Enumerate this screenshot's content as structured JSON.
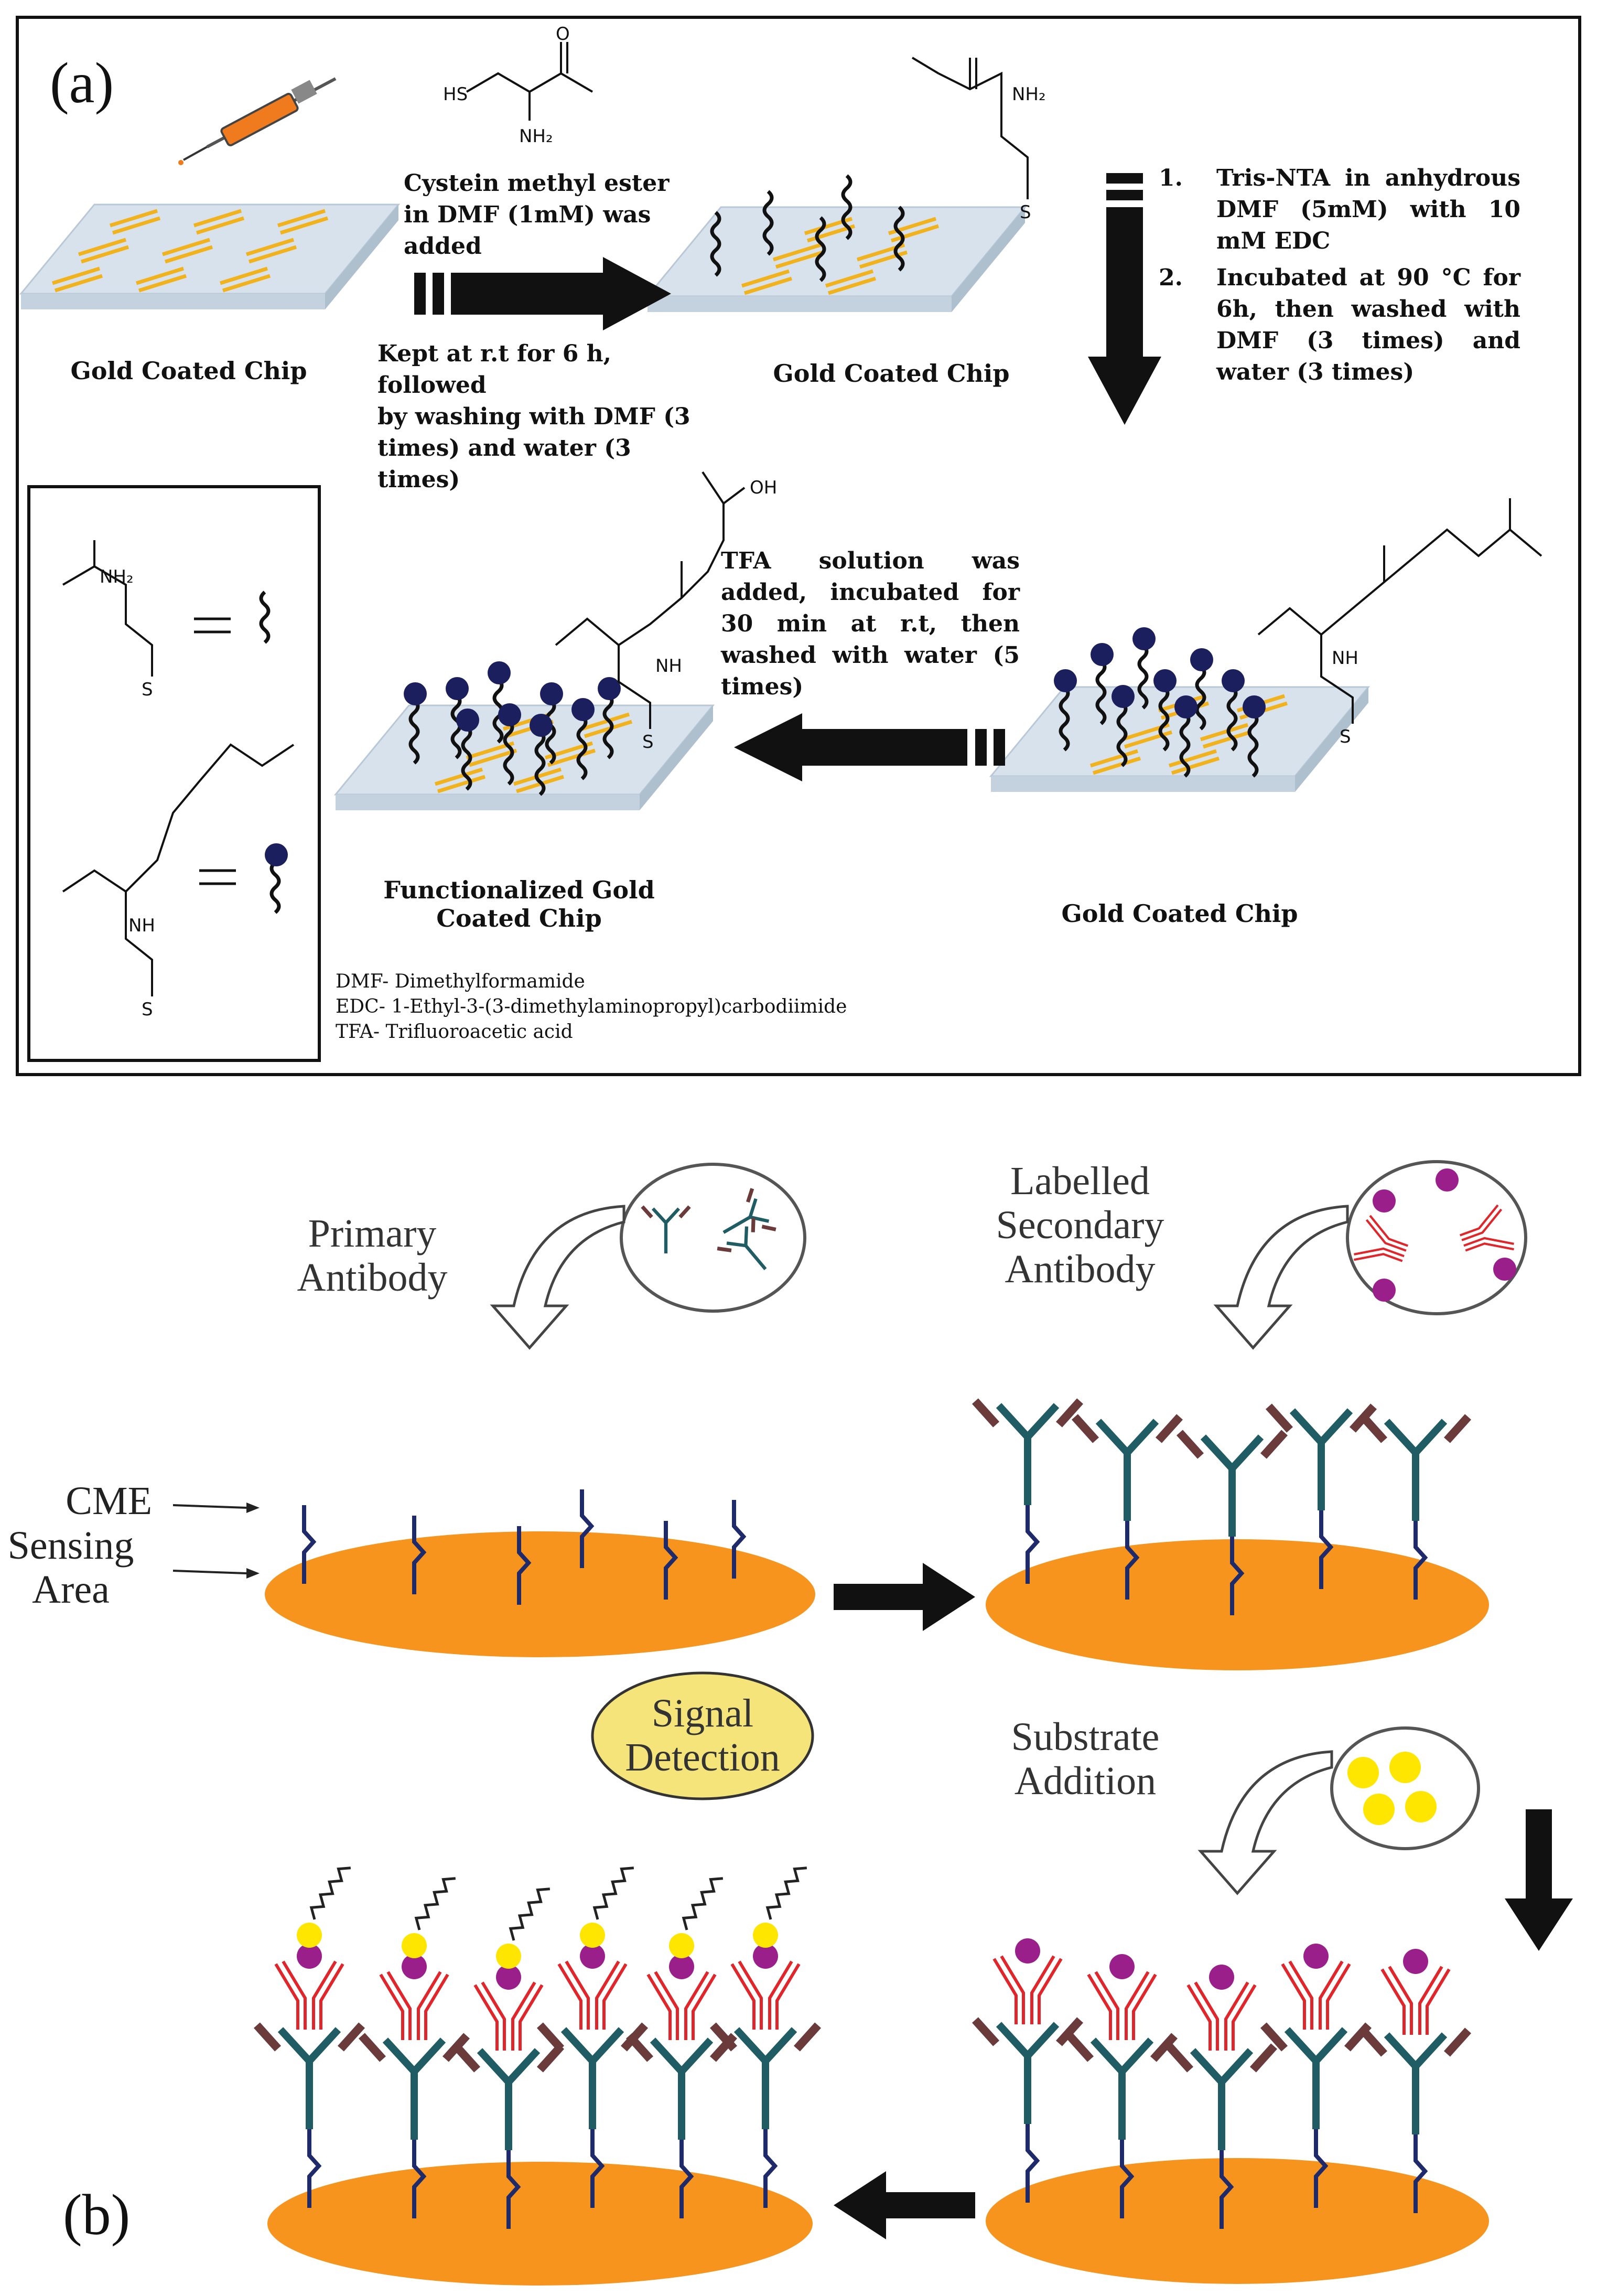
{
  "panel_labels": {
    "a": "(a)",
    "b": "(b)"
  },
  "reagent": {
    "line1": "Cystein methyl ester",
    "line2": "in DMF (1mM) was",
    "line3": "added"
  },
  "step1_conditions": {
    "line1": "Kept at r.t for 6 h, followed",
    "line2": "by washing with DMF (3",
    "line3": "times) and water (3 times)"
  },
  "step2": {
    "n1": "1.",
    "item1": "Tris-NTA in anhydrous DMF (5mM) with 10 mM EDC",
    "n2": "2.",
    "item2": "Incubated at 90 °C for 6h, then washed with DMF (3 times) and water (3 times)"
  },
  "step3": {
    "text": "TFA solution was added, incubated for 30 min at r.t, then washed with water (5 times)"
  },
  "chips": {
    "chip1": "Gold Coated Chip",
    "chip2": "Gold Coated Chip",
    "chip3": "Gold Coated Chip",
    "chip4_line1": "Functionalized Gold",
    "chip4_line2": "Coated Chip"
  },
  "chem_labels": {
    "hs": "HS",
    "nh2": "NH₂",
    "nh": "NH",
    "oh": "OH",
    "s": "S",
    "o": "O"
  },
  "abbreviations": [
    "DMF- Dimethylformamide",
    "EDC- 1-Ethyl-3-(3-dimethylaminopropyl)carbodiimide",
    "TFA- Trifluoroacetic acid"
  ],
  "panel_b": {
    "primary": {
      "line1": "Primary",
      "line2": "Antibody"
    },
    "secondary": {
      "line1": "Labelled",
      "line2": "Secondary",
      "line3": "Antibody"
    },
    "cme": "CME",
    "sensing_area": {
      "line1": "Sensing",
      "line2": "Area"
    },
    "signal": {
      "line1": "Signal",
      "line2": "Detection"
    },
    "substrate": {
      "line1": "Substrate",
      "line2": "Addition"
    }
  },
  "colors": {
    "gold_stripe": "#f2b21b",
    "chip_surface": "#d7e2ec",
    "orange_area": "#f7941d",
    "antibody_teal": "#1f5c63",
    "secondary_red": "#e0262b",
    "label_purple": "#9b1f8a",
    "substrate_yellow": "#ffe600",
    "linker_navy": "#1f2a6b",
    "bead_navy": "#1c1f5e",
    "signal_bubble": "#f5e47a"
  }
}
